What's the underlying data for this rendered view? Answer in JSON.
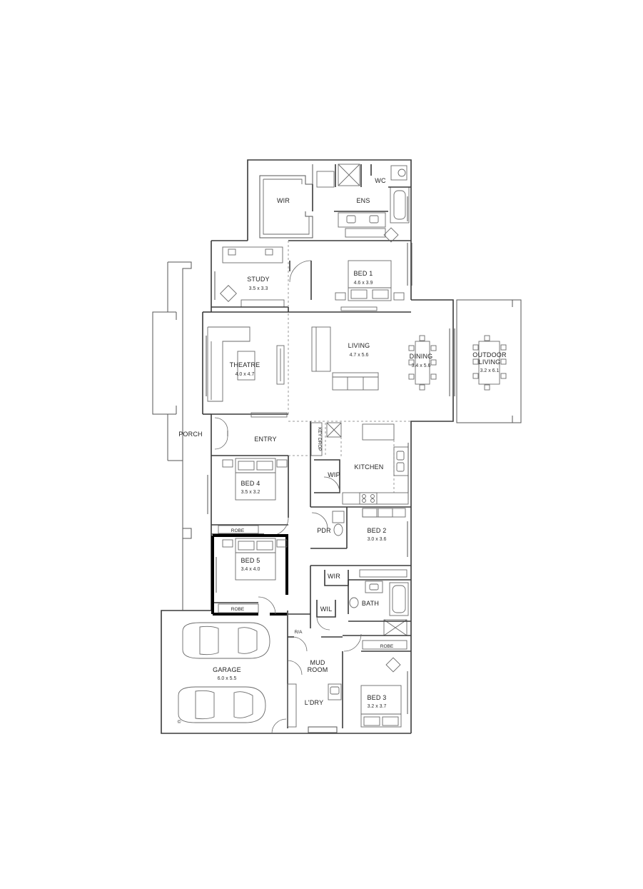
{
  "rooms": {
    "wir_master": {
      "name": "WIR"
    },
    "ens": {
      "name": "ENS"
    },
    "wc": {
      "name": "WC"
    },
    "study": {
      "name": "STUDY",
      "size": "3.5 x 3.3"
    },
    "bed1": {
      "name": "BED 1",
      "size": "4.6 x 3.9"
    },
    "theatre": {
      "name": "THEATRE",
      "size": "4.0 x 4.7"
    },
    "living": {
      "name": "LIVING",
      "size": "4.7 x 5.6"
    },
    "dining": {
      "name": "DINING",
      "size": "3.4 x 5.6"
    },
    "outdoor": {
      "name_line1": "OUTDOOR",
      "name_line2": "LIVING",
      "size": "3.2 x 6.1"
    },
    "porch": {
      "name": "PORCH"
    },
    "entry": {
      "name": "ENTRY"
    },
    "key_drop": {
      "name": "KEY DROP"
    },
    "kitchen": {
      "name": "KITCHEN"
    },
    "wip": {
      "name": "WIP"
    },
    "bed4": {
      "name": "BED 4",
      "size": "3.5 x 3.2"
    },
    "robe4": {
      "name": "ROBE"
    },
    "pdr": {
      "name": "PDR"
    },
    "bed2": {
      "name": "BED 2",
      "size": "3.0 x 3.6"
    },
    "bed5": {
      "name": "BED 5",
      "size": "3.4 x 4.0"
    },
    "robe5": {
      "name": "ROBE"
    },
    "wir2": {
      "name": "WIR"
    },
    "wil": {
      "name": "WIL"
    },
    "bath": {
      "name": "BATH"
    },
    "ra": {
      "name": "R/A"
    },
    "robe3": {
      "name": "ROBE"
    },
    "garage": {
      "name": "GARAGE",
      "size": "6.0 x 5.5"
    },
    "mud": {
      "name_line1": "MUD",
      "name_line2": "ROOM"
    },
    "ldry": {
      "name": "L'DRY"
    },
    "bed3": {
      "name": "BED 3",
      "size": "3.2 x 3.7"
    }
  },
  "copyright": "©"
}
